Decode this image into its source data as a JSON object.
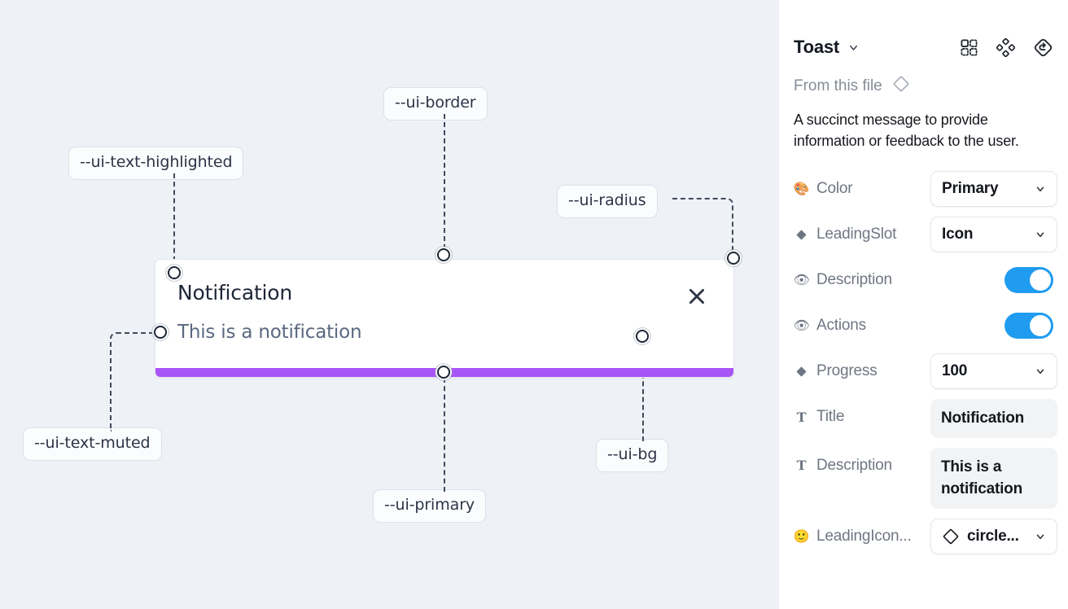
{
  "canvas": {
    "background_color": "#eef1f6",
    "tokens": [
      {
        "name": "ui-text-highlighted",
        "label": "--ui-text-highlighted"
      },
      {
        "name": "ui-border",
        "label": "--ui-border"
      },
      {
        "name": "ui-radius",
        "label": "--ui-radius"
      },
      {
        "name": "ui-text-muted",
        "label": "--ui-text-muted"
      },
      {
        "name": "ui-primary",
        "label": "--ui-primary"
      },
      {
        "name": "ui-bg",
        "label": "--ui-bg"
      }
    ],
    "toast": {
      "title": "Notification",
      "description": "This is a notification",
      "close_icon": "close-icon",
      "progress_color": "#a855f7",
      "background_color": "#ffffff",
      "border_color": "#e3e8ef"
    }
  },
  "panel": {
    "title": "Toast",
    "title_caret": "chevron-down-icon",
    "header_icons": [
      {
        "name": "component-grid-icon"
      },
      {
        "name": "variants-diamond-cluster-icon"
      },
      {
        "name": "reset-diamond-icon"
      }
    ],
    "from_this_file": {
      "label": "From this file",
      "icon": "diamond-icon"
    },
    "description": "A succinct message to provide information or feedback to the user.",
    "accent_color": "#1f9cf0",
    "properties": [
      {
        "name": "color",
        "icon": "palette-emoji",
        "icon_glyph": "🎨",
        "label": "Color",
        "control": "select",
        "value": "Primary"
      },
      {
        "name": "leading-slot",
        "icon": "diamond-icon",
        "label": "LeadingSlot",
        "control": "select",
        "value": "Icon"
      },
      {
        "name": "description-visibility",
        "icon": "eye-emoji",
        "icon_glyph": "👁",
        "label": "Description",
        "control": "toggle",
        "value": "on"
      },
      {
        "name": "actions-visibility",
        "icon": "eye-emoji",
        "icon_glyph": "👁",
        "label": "Actions",
        "control": "toggle",
        "value": "on"
      },
      {
        "name": "progress",
        "icon": "diamond-icon",
        "label": "Progress",
        "control": "select",
        "value": "100"
      },
      {
        "name": "title",
        "icon": "text-t-icon",
        "icon_glyph": "T",
        "label": "Title",
        "control": "text",
        "value": "Notification"
      },
      {
        "name": "description-text",
        "icon": "text-t-icon",
        "icon_glyph": "T",
        "label": "Description",
        "control": "text",
        "value": "This is a notification"
      },
      {
        "name": "leading-icon-name",
        "icon": "smiley-emoji",
        "icon_glyph": "🙂",
        "label": "LeadingIcon...",
        "control": "select-icon",
        "value": "circle..."
      }
    ]
  }
}
